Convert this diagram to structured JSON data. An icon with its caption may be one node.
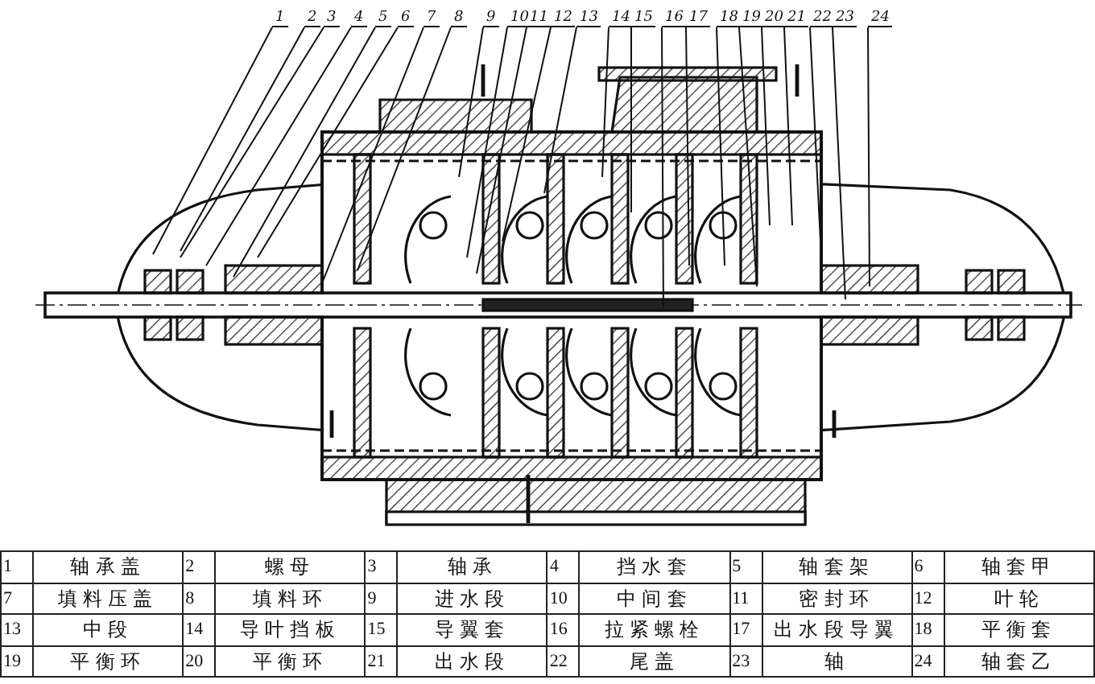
{
  "diagram": {
    "nodes": [
      {
        "text": [
          "1"
        ]
      },
      {
        "text": [
          "2"
        ]
      },
      {
        "text": [
          "3"
        ]
      },
      {
        "text": [
          "4"
        ]
      },
      {
        "text": [
          "5"
        ]
      },
      {
        "text": [
          "6"
        ]
      },
      {
        "text": [
          "7"
        ]
      },
      {
        "text": [
          "8"
        ]
      },
      {
        "text": [
          "9"
        ]
      },
      {
        "text": [
          "10"
        ]
      },
      {
        "text": [
          "11"
        ]
      },
      {
        "text": [
          "12"
        ]
      },
      {
        "text": [
          "13"
        ]
      },
      {
        "text": [
          "14"
        ]
      },
      {
        "text": [
          "15"
        ]
      },
      {
        "text": [
          "16"
        ]
      },
      {
        "text": [
          "17"
        ]
      },
      {
        "text": [
          "18"
        ]
      },
      {
        "text": [
          "19"
        ]
      },
      {
        "text": [
          "20"
        ]
      },
      {
        "text": [
          "21"
        ]
      },
      {
        "text": [
          "22"
        ]
      },
      {
        "text": [
          "23"
        ]
      },
      {
        "text": [
          "24"
        ]
      }
    ],
    "edges": [
      {
        "from": 0,
        "to": null,
        "arrow": "none"
      },
      {
        "from": 1,
        "to": null,
        "arrow": "none"
      },
      {
        "from": 2,
        "to": null,
        "arrow": "none"
      },
      {
        "from": 3,
        "to": null,
        "arrow": "none"
      },
      {
        "from": 4,
        "to": null,
        "arrow": "none"
      },
      {
        "from": 5,
        "to": null,
        "arrow": "none"
      },
      {
        "from": 6,
        "to": null,
        "arrow": "none"
      },
      {
        "from": 7,
        "to": null,
        "arrow": "none"
      },
      {
        "from": 8,
        "to": null,
        "arrow": "none"
      },
      {
        "from": 9,
        "to": null,
        "arrow": "none"
      },
      {
        "from": 10,
        "to": null,
        "arrow": "none"
      },
      {
        "from": 11,
        "to": null,
        "arrow": "none"
      },
      {
        "from": 12,
        "to": null,
        "arrow": "none"
      },
      {
        "from": 13,
        "to": null,
        "arrow": "none"
      },
      {
        "from": 14,
        "to": null,
        "arrow": "none"
      },
      {
        "from": 15,
        "to": null,
        "arrow": "none"
      },
      {
        "from": 16,
        "to": null,
        "arrow": "none"
      },
      {
        "from": 17,
        "to": null,
        "arrow": "none"
      },
      {
        "from": 18,
        "to": null,
        "arrow": "none"
      },
      {
        "from": 19,
        "to": null,
        "arrow": "none"
      },
      {
        "from": 20,
        "to": null,
        "arrow": "none"
      },
      {
        "from": 21,
        "to": null,
        "arrow": "none"
      },
      {
        "from": 22,
        "to": null,
        "arrow": "none"
      },
      {
        "from": 23,
        "to": null,
        "arrow": "none"
      }
    ],
    "labels": [
      "1",
      "轴承盖",
      "2",
      "螺母",
      "3",
      "轴承",
      "4",
      "挡水套",
      "5",
      "轴套架",
      "6",
      "轴套甲",
      "7",
      "填料压盖",
      "8",
      "填料环",
      "9",
      "进水段",
      "10",
      "中间套",
      "11",
      "密封环",
      "12",
      "叶轮",
      "13",
      "中段",
      "14",
      "导叶挡板",
      "15",
      "导翼套",
      "16",
      "拉紧螺栓",
      "17",
      "出水段导翼",
      "18",
      "平衡套",
      "19",
      "平衡环",
      "20",
      "平衡环",
      "21",
      "出水段",
      "22",
      "尾盖",
      "23",
      "轴",
      "24",
      "轴套乙"
    ]
  }
}
